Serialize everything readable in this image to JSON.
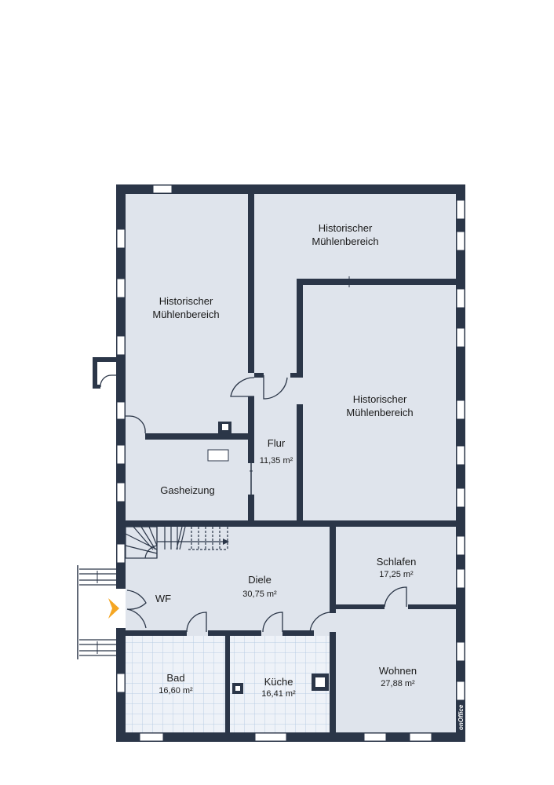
{
  "rooms": {
    "muehle_left": {
      "name_1": "Historischer",
      "name_2": "Mühlenbereich"
    },
    "muehle_top": {
      "name_1": "Historischer",
      "name_2": "Mühlenbereich"
    },
    "muehle_right": {
      "name_1": "Historischer",
      "name_2": "Mühlenbereich"
    },
    "flur": {
      "name": "Flur",
      "area": "11,35 m²"
    },
    "gasheizung": {
      "name": "Gasheizung"
    },
    "diele": {
      "name": "Diele",
      "area": "30,75 m²"
    },
    "wf": {
      "name": "WF"
    },
    "schlafen": {
      "name": "Schlafen",
      "area": "17,25 m²"
    },
    "bad": {
      "name": "Bad",
      "area": "16,60 m²"
    },
    "kueche": {
      "name": "Küche",
      "area": "16,41 m²"
    },
    "wohnen": {
      "name": "Wohnen",
      "area": "27,88 m²"
    }
  },
  "watermark": "onOffice",
  "colors": {
    "wall": "#2b3648",
    "floor": "#dfe4ec",
    "entrance": "#f5a623"
  }
}
